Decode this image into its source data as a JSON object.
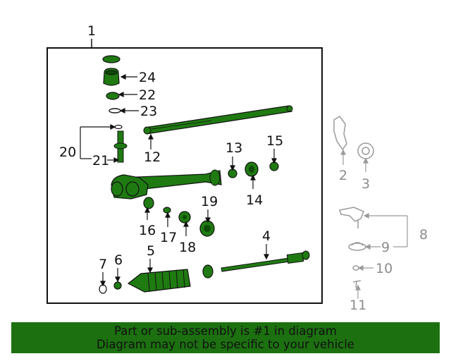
{
  "diagram": {
    "assembly_callout": "1",
    "callouts": {
      "c2": "2",
      "c3": "3",
      "c4": "4",
      "c5": "5",
      "c6": "6",
      "c7": "7",
      "c8": "8",
      "c9": "9",
      "c10": "10",
      "c11": "11",
      "c12": "12",
      "c13": "13",
      "c14": "14",
      "c15": "15",
      "c16": "16",
      "c17": "17",
      "c18": "18",
      "c19": "19",
      "c20": "20",
      "c21": "21",
      "c22": "22",
      "c23": "23",
      "c24": "24"
    },
    "colors": {
      "assembly_part": "#1f7a12",
      "outline": "#111111",
      "other_part": "#9a9a9a",
      "banner": "#1c7010"
    }
  },
  "banner": {
    "line1": "Part or sub-assembly is #1 in diagram",
    "line2": "Diagram may not be specific to your vehicle"
  }
}
